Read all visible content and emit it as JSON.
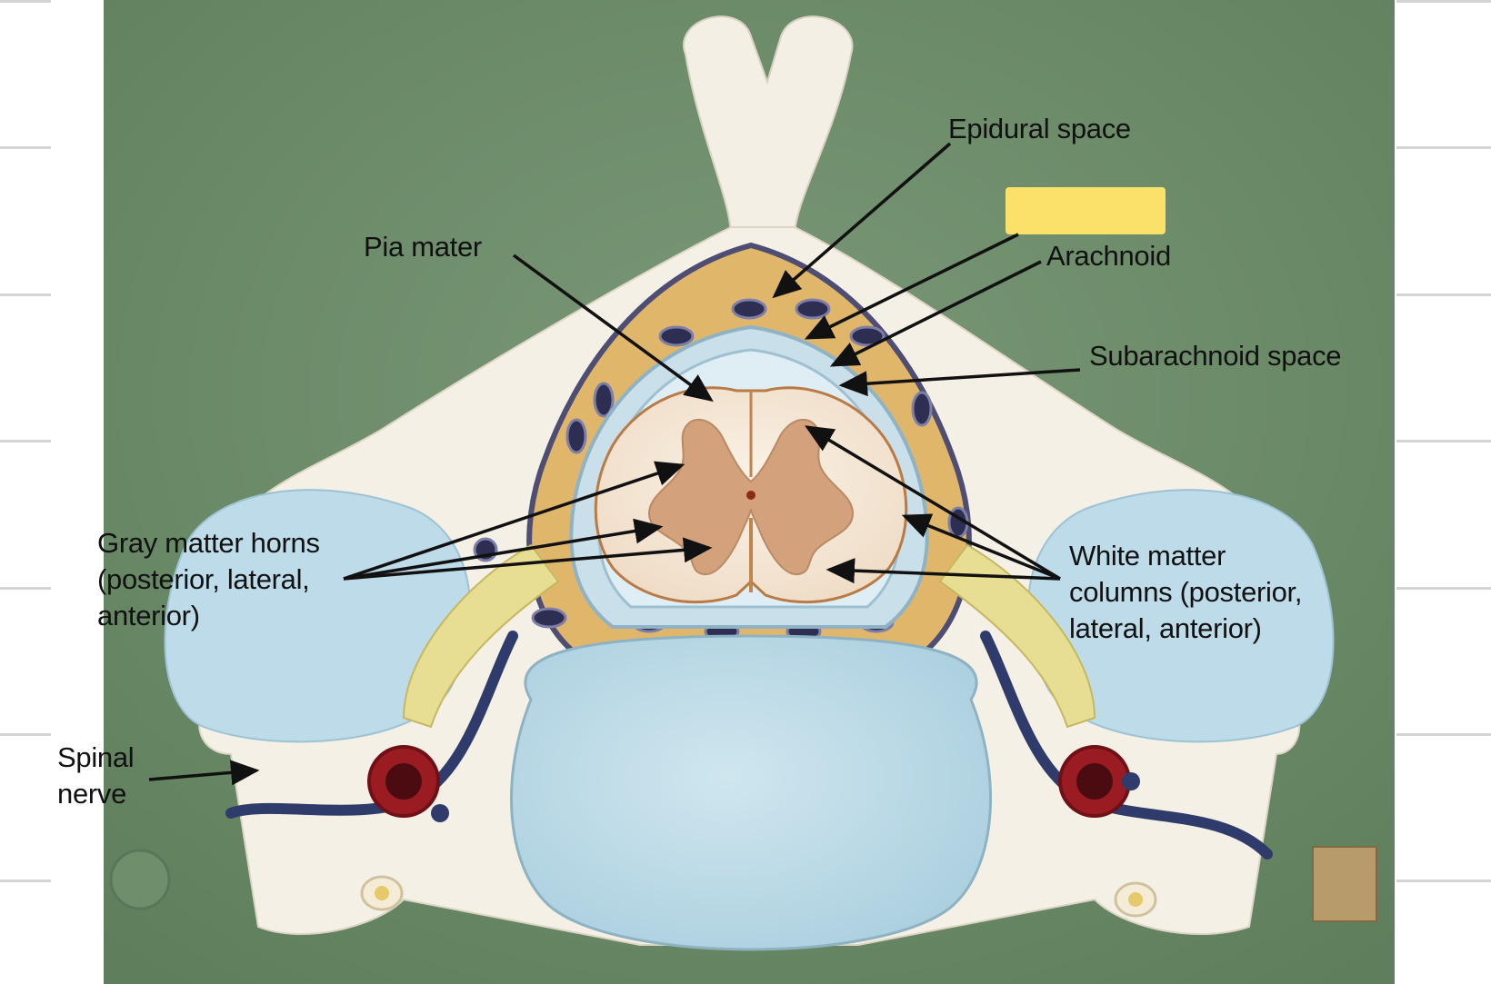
{
  "labels": {
    "epidural_space": "Epidural space",
    "pia_mater": "Pia mater",
    "arachnoid": "Arachnoid",
    "subarachnoid_space": "Subarachnoid space",
    "gray_matter_horns": "Gray matter horns\n(posterior, lateral,\nanterior)",
    "white_matter_columns": "White matter\ncolumns (posterior,\nlateral, anterior)",
    "spinal_nerve": "Spinal\nnerve"
  },
  "colors": {
    "background_green": "#6d8c6a",
    "bone": "#f3efe4",
    "dura_blue": "#bcd9e6",
    "fat_yellow": "#e0b66a",
    "gray_matter": "#d3a27c",
    "artery_red": "#9a1c22",
    "vein_navy": "#2d2e52",
    "blank_label_box": "#fbe06a"
  }
}
